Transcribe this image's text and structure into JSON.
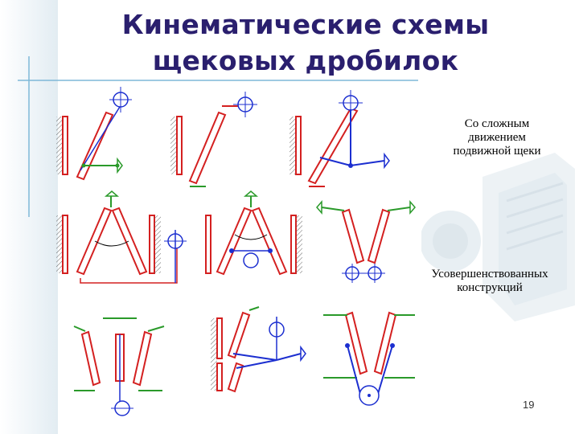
{
  "slide": {
    "title_lines": [
      "Кинематические схемы",
      "щековых дробилок"
    ],
    "note_complex_motion_lines": [
      "Со сложным",
      "движением",
      "подвижной щеки"
    ],
    "note_improved_lines": [
      "Усовершенствованных",
      "конструкций"
    ],
    "page_number": "19"
  },
  "colors": {
    "title": "#2a1f6e",
    "jaw": "#d42020",
    "mechanism": "#1c2fd0",
    "support": "#2a9a2a",
    "accent_line": "#7fb8d8"
  }
}
